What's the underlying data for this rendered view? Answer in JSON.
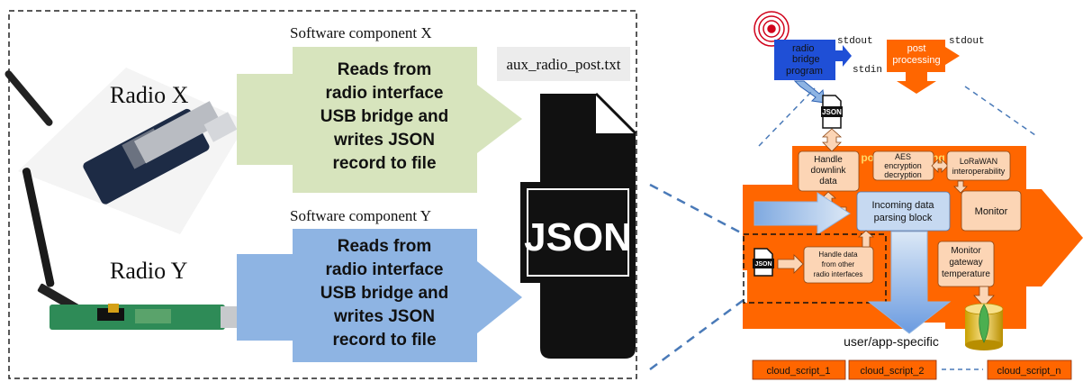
{
  "left_panel": {
    "radio_x": "Radio X",
    "radio_y": "Radio Y",
    "component_x": {
      "title": "Software component  X",
      "lines": [
        "Reads from",
        "radio interface",
        "USB bridge and",
        "writes JSON",
        "record to file"
      ]
    },
    "component_y": {
      "title": "Software component  Y",
      "lines": [
        "Reads from",
        "radio interface",
        "USB bridge and",
        "writes JSON",
        "record to file"
      ]
    },
    "filename": "aux_radio_post.txt",
    "json_label": "JSON"
  },
  "right_panel": {
    "radio_bridge": [
      "radio",
      "bridge",
      "program"
    ],
    "stdout_1": "stdout",
    "stdin": "stdin",
    "stdout_2": "stdout",
    "post_proc_small": [
      "post",
      "processing"
    ],
    "json_icon_label": "JSON",
    "post_processing_title": "post-processing",
    "handle_downlink": [
      "Handle",
      "downlink",
      "data"
    ],
    "aes": [
      "AES",
      "encryption",
      "decryption"
    ],
    "lorawan": [
      "LoRaWAN",
      "interoperability"
    ],
    "incoming": [
      "Incoming data",
      "parsing block"
    ],
    "monitor": "Monitor",
    "handle_other": [
      "Handle data",
      "from other",
      "radio interfaces"
    ],
    "monitor_gateway": [
      "Monitor",
      "gateway",
      "temperature"
    ],
    "user_app": "user/app-specific",
    "cloud_scripts": [
      "cloud_script_1",
      "cloud_script_2",
      "cloud_script_n"
    ]
  },
  "colors": {
    "orange": "#ff6600",
    "light_orange_box": "#fcd5b5",
    "blue_box": "#c6d9f1",
    "green_arrow": "#d7e4bd",
    "blue_arrow": "#8eb4e3",
    "dark_blue": "#1f4fd6",
    "dashed_blue": "#4a7ab8"
  }
}
